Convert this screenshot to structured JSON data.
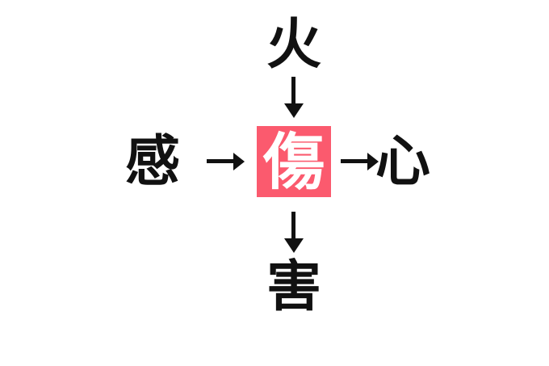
{
  "diagram": {
    "type": "kanji-relationship-cross",
    "background_color": "#ffffff",
    "highlight_color": "#fb5a6e",
    "text_color": "#111111",
    "highlight_text_color": "#ffffff",
    "center": {
      "character": "傷",
      "highlighted": true
    },
    "top": {
      "character": "火"
    },
    "bottom": {
      "character": "害"
    },
    "left": {
      "character": "感"
    },
    "right": {
      "character": "心"
    },
    "arrows": {
      "top_to_center": "↓",
      "center_to_bottom": "↓",
      "left_to_center": "→",
      "center_to_right": "→"
    }
  }
}
